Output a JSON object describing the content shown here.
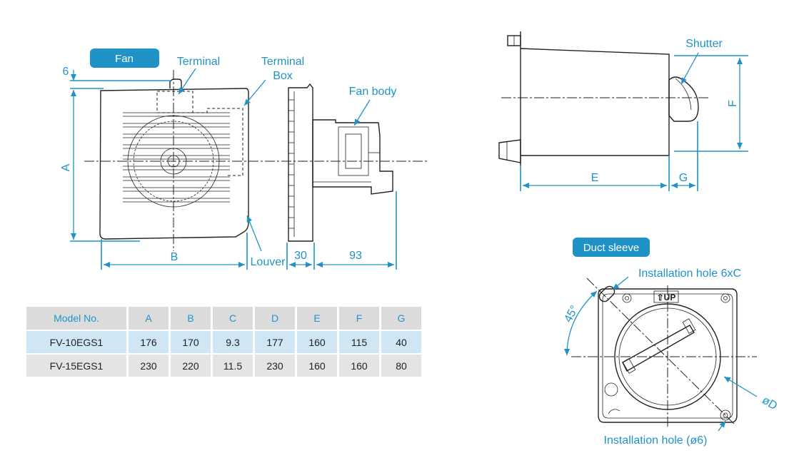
{
  "front_view": {
    "badge": "Fan",
    "label_terminal": "Terminal",
    "label_terminal_box_line1": "Terminal",
    "label_terminal_box_line2": "Box",
    "label_fan_body": "Fan body",
    "label_louver": "Louver",
    "dim_6": "6",
    "dim_A": "A",
    "dim_B": "B",
    "dim_30": "30",
    "dim_93": "93"
  },
  "side_view": {
    "label_shutter": "Shutter",
    "dim_E": "E",
    "dim_G": "G",
    "dim_F": "F"
  },
  "duct_sleeve": {
    "badge": "Duct sleeve",
    "label_install_hole_c": "Installation hole 6xC",
    "label_install_hole_6": "Installation hole (ø6)",
    "angle": "45°",
    "dim_D": "øD",
    "up_mark": "⇧UP"
  },
  "spec_table": {
    "headers": [
      "Model No.",
      "A",
      "B",
      "C",
      "D",
      "E",
      "F",
      "G"
    ],
    "rows": [
      [
        "FV-10EGS1",
        "176",
        "170",
        "9.3",
        "177",
        "160",
        "115",
        "40"
      ],
      [
        "FV-15EGS1",
        "230",
        "220",
        "11.5",
        "230",
        "160",
        "160",
        "80"
      ]
    ]
  },
  "colors": {
    "accent": "#1f93c8",
    "row_highlight": "#cfe7f5",
    "row_alt": "#e4e4e4",
    "header_bg": "#dcdcdc"
  }
}
